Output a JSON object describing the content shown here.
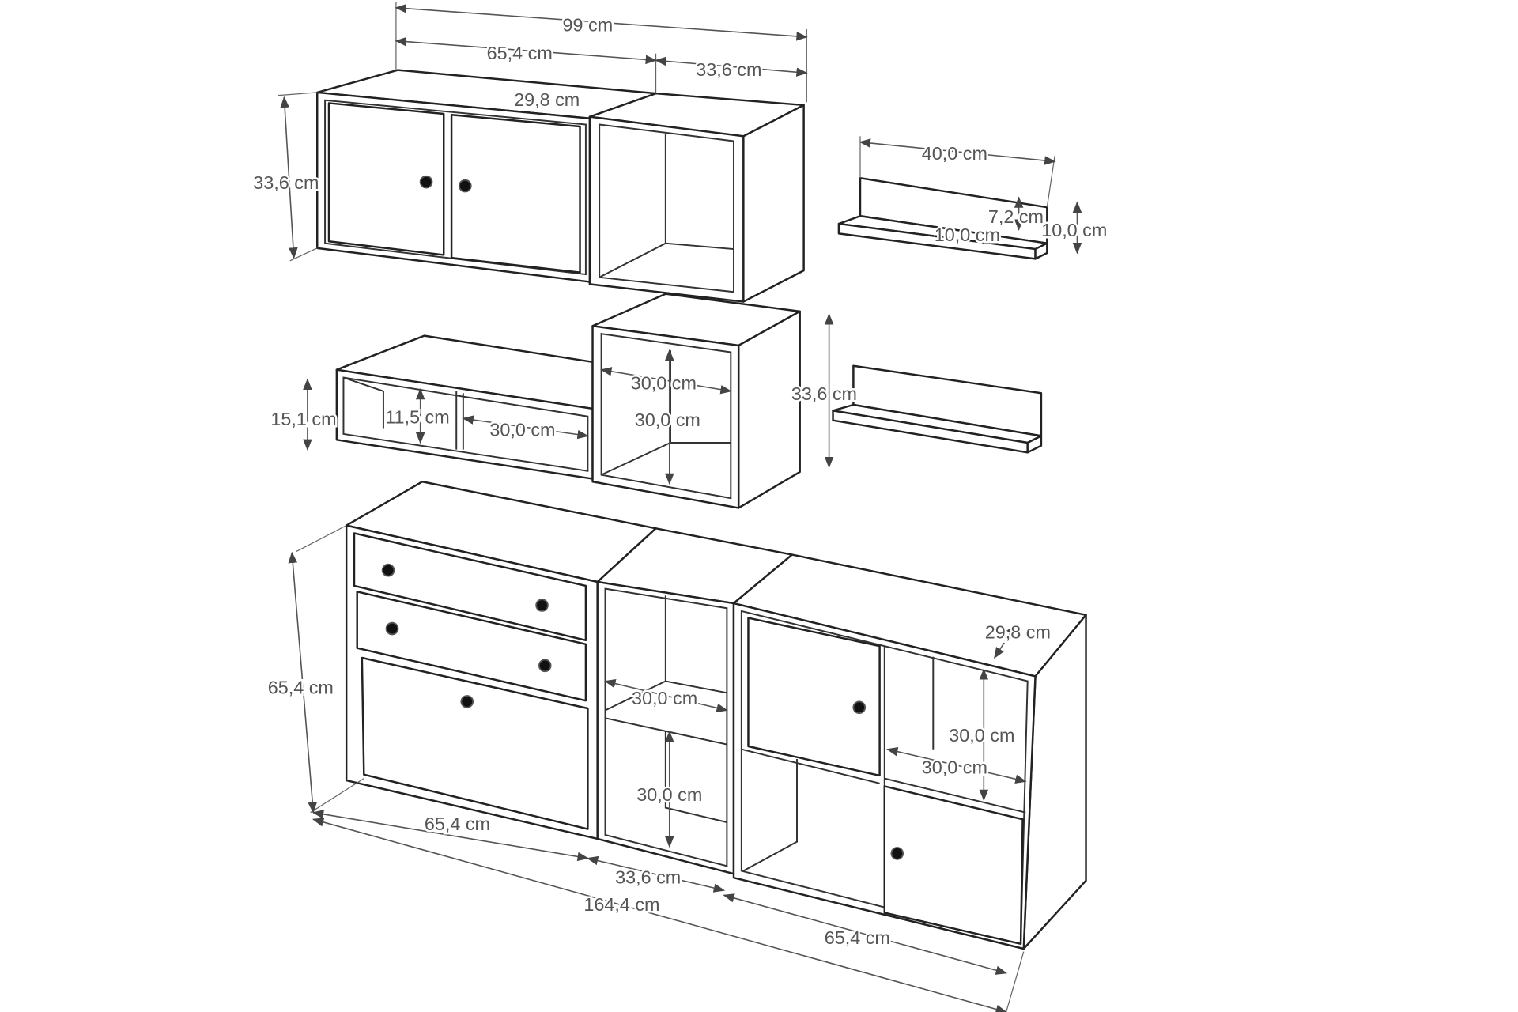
{
  "title": "Furniture set dimension drawing",
  "dimensions": [
    "99 cm",
    "65,4 cm",
    "33,6 cm",
    "29,8 cm",
    "33,6 cm",
    "40,0 cm",
    "7,2 cm",
    "10,0 cm",
    "10,0 cm",
    "15,1 cm",
    "11,5 cm",
    "30,0 cm",
    "30,0 cm",
    "30,0 cm",
    "33,6 cm",
    "65,4 cm",
    "29,8 cm",
    "30,0 cm",
    "30,0 cm",
    "30,0 cm",
    "30,0 cm",
    "65,4 cm",
    "33,6 cm",
    "164,4 cm",
    "65,4 cm"
  ]
}
